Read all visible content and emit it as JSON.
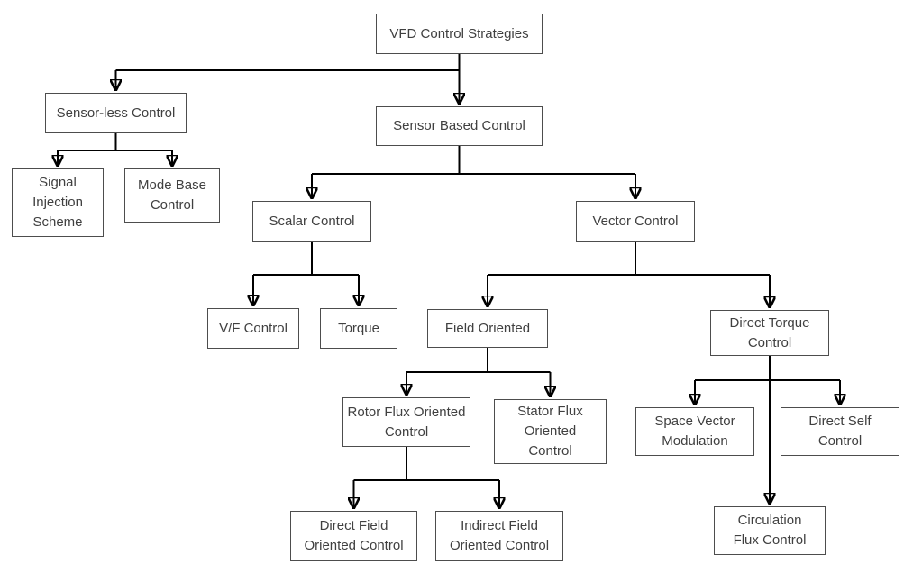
{
  "diagram": {
    "type": "tree",
    "background": "#ffffff",
    "line_color": "#000000",
    "box_border_color": "#4d4d4d",
    "text_color": "#404040",
    "nodes": {
      "root": {
        "label": "VFD Control Strategies"
      },
      "sensorless": {
        "label": "Sensor-less Control"
      },
      "signal": {
        "label": "Signal Injection Scheme"
      },
      "modebase": {
        "label": "Mode Base Control"
      },
      "sensorbased": {
        "label": "Sensor Based Control"
      },
      "scalar": {
        "label": "Scalar Control"
      },
      "vector": {
        "label": "Vector Control"
      },
      "vf": {
        "label": "V/F Control"
      },
      "torque": {
        "label": "Torque"
      },
      "fieldoriented": {
        "label": "Field Oriented"
      },
      "dtc": {
        "label": "Direct Torque Control"
      },
      "rotorflux": {
        "label": "Rotor Flux Oriented Control"
      },
      "statorflux": {
        "label": "Stator Flux Oriented Control"
      },
      "svm": {
        "label": "Space Vector Modulation"
      },
      "dsc": {
        "label": "Direct Self Control"
      },
      "circulation": {
        "label": "Circulation Flux Control"
      },
      "directfoc": {
        "label": "Direct Field Oriented Control"
      },
      "indirectfoc": {
        "label": "Indirect Field Oriented Control"
      }
    },
    "edges": [
      {
        "from": "root",
        "to": "sensorless"
      },
      {
        "from": "root",
        "to": "sensorbased"
      },
      {
        "from": "sensorless",
        "to": "signal"
      },
      {
        "from": "sensorless",
        "to": "modebase"
      },
      {
        "from": "sensorbased",
        "to": "scalar"
      },
      {
        "from": "sensorbased",
        "to": "vector"
      },
      {
        "from": "scalar",
        "to": "vf"
      },
      {
        "from": "scalar",
        "to": "torque"
      },
      {
        "from": "vector",
        "to": "fieldoriented"
      },
      {
        "from": "vector",
        "to": "dtc"
      },
      {
        "from": "fieldoriented",
        "to": "rotorflux"
      },
      {
        "from": "fieldoriented",
        "to": "statorflux"
      },
      {
        "from": "dtc",
        "to": "svm"
      },
      {
        "from": "dtc",
        "to": "dsc"
      },
      {
        "from": "dtc",
        "to": "circulation"
      },
      {
        "from": "rotorflux",
        "to": "directfoc"
      },
      {
        "from": "rotorflux",
        "to": "indirectfoc"
      }
    ]
  }
}
